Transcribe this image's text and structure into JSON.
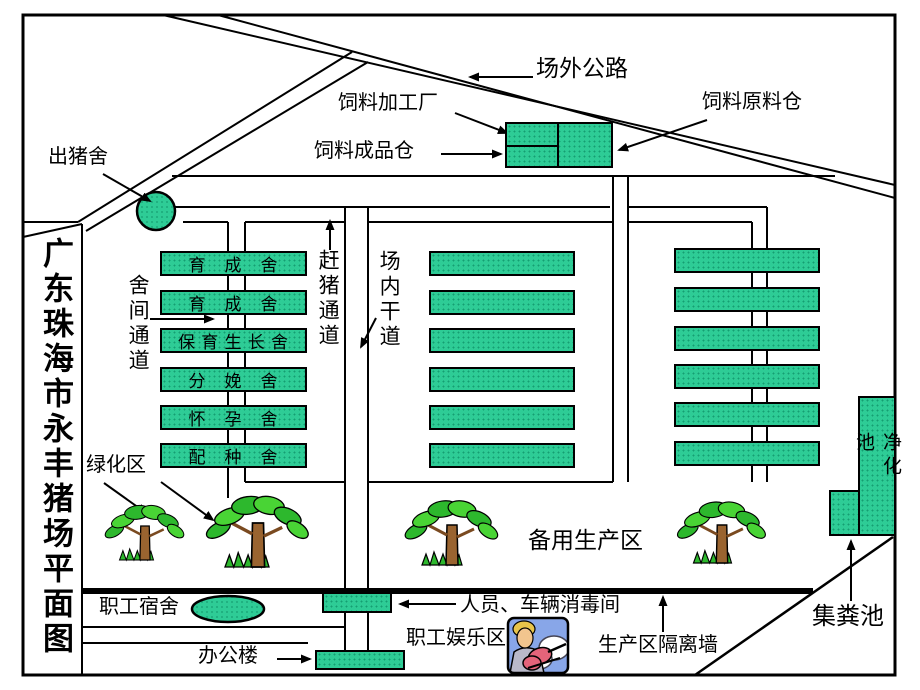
{
  "title": "广东珠海市永丰猪场平面图",
  "colors": {
    "building_green": "#2ecc96",
    "line_black": "#000000"
  },
  "labels": {
    "outside_road": "场外公路",
    "feed_mill": "饲料加工厂",
    "feed_product_store": "饲料成品仓",
    "feed_raw_store": "饲料原料仓",
    "pig_out_house": "出猪舍",
    "house_gap_passage": "舍间通道",
    "pig_drive_passage": "赶猪通道",
    "site_main_road": "场内干道",
    "green_area": "绿化区",
    "backup_area": "备用生产区",
    "staff_dorm": "职工宿舍",
    "disinfect_room": "人员、车辆消毒间",
    "staff_fun_area": "职工娱乐区",
    "isolation_wall": "生产区隔离墙",
    "office": "办公楼",
    "manure_pool": "集粪池",
    "purify_pool": "净化池"
  },
  "left_buildings": [
    "育　成　舍",
    "育　成　舍",
    "保 育 生 长 舍",
    "分　娩　舍",
    "怀　孕　舍",
    "配　种　舍"
  ]
}
